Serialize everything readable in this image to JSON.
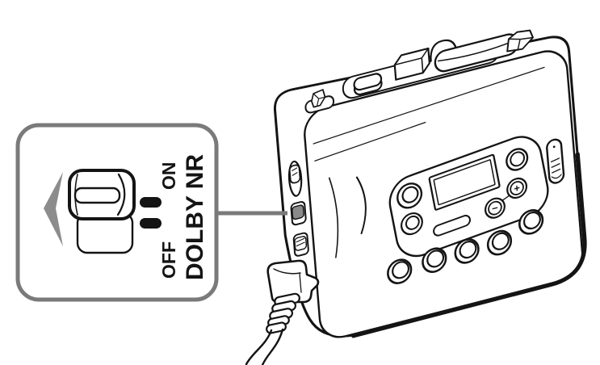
{
  "colors": {
    "background": "#ffffff",
    "line": "#141414",
    "accent_gray": "#7a7a7a",
    "arrow_gray": "#8c8c8c",
    "switch_cap_gray": "#8a8a8a"
  },
  "callout": {
    "labels": {
      "on": "ON",
      "off": "OFF",
      "switch_name": "DOLBY NR"
    },
    "icons": [
      "left-arrow-icon",
      "slide-switch-illustration",
      "switch-position-marks"
    ]
  },
  "device": {
    "volume_plus": "+",
    "volume_minus": "−",
    "icons": [
      "cassette-player-illustration",
      "headphone-plug-icon",
      "headphone-cord-icon",
      "volume-slider-icon",
      "display-window",
      "dolby-nr-side-switch",
      "hold-tab-icon",
      "top-transport-buttons",
      "front-round-buttons"
    ]
  }
}
